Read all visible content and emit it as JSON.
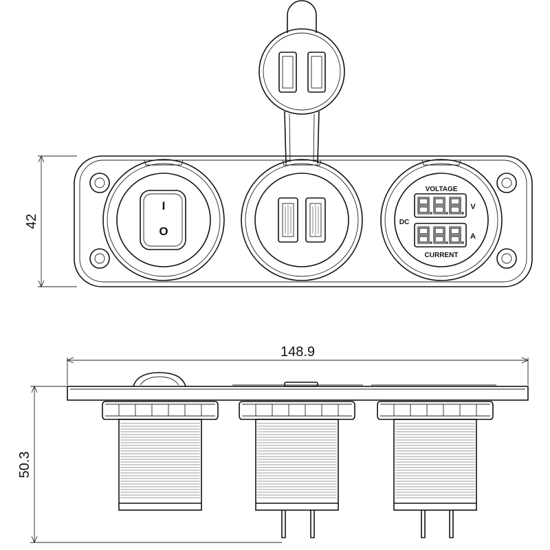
{
  "dimensions": {
    "height_top": "42",
    "width_side": "148.9",
    "height_side": "50.3"
  },
  "switch": {
    "on_mark": "I",
    "off_mark": "O"
  },
  "voltmeter": {
    "label_top": "VOLTAGE",
    "label_bottom": "CURRENT",
    "label_left": "DC",
    "unit_voltage": "V",
    "unit_current": "A",
    "digits": "8.8.8"
  }
}
